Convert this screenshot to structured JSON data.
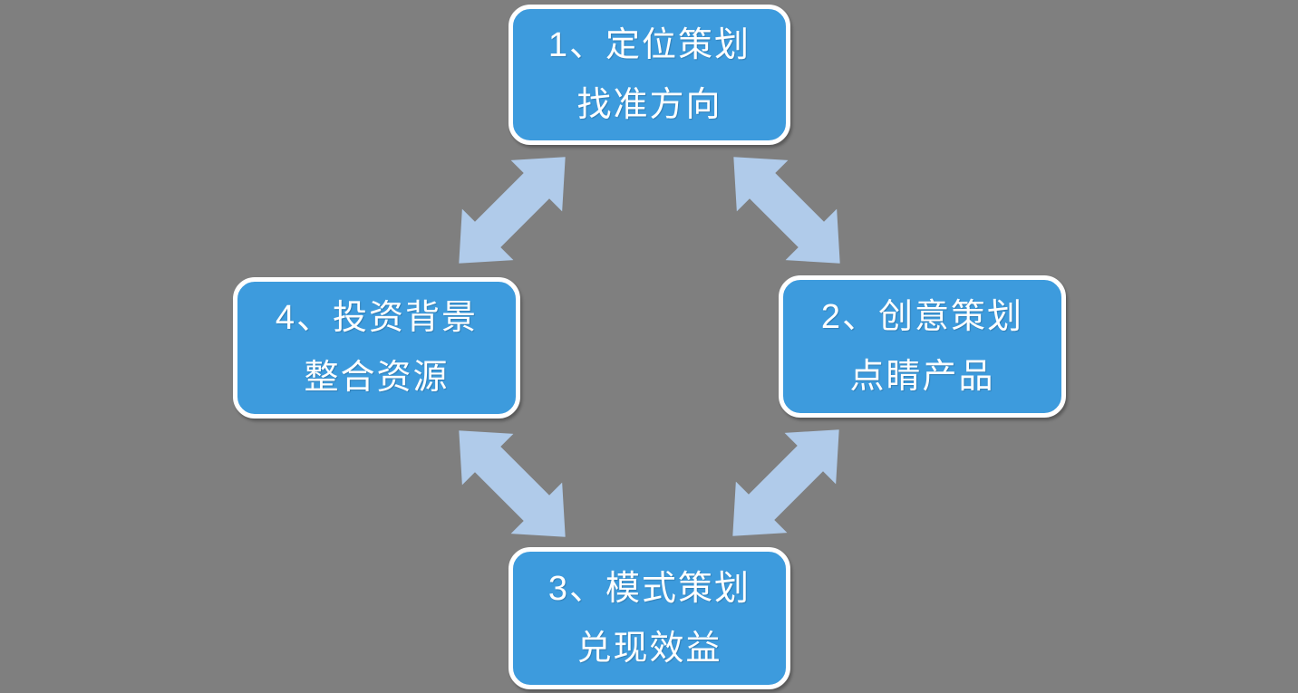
{
  "diagram": {
    "type": "cycle",
    "background_color": "#7F7F7F",
    "colors": {
      "node_fill": "#3D9BDD",
      "node_border": "#FFFFFF",
      "node_text": "#FFFFFF",
      "arrow_fill": "#B0CBEA"
    },
    "nodes": [
      {
        "id": "1",
        "position": "top",
        "line1": "1、定位策划",
        "line2": "找准方向"
      },
      {
        "id": "2",
        "position": "right",
        "line1": "2、创意策划",
        "line2": "点睛产品"
      },
      {
        "id": "3",
        "position": "bottom",
        "line1": "3、模式策划",
        "line2": "兑现效益"
      },
      {
        "id": "4",
        "position": "left",
        "line1": "4、投资背景",
        "line2": "整合资源"
      }
    ],
    "arrows": [
      {
        "name": "arrow-top-left",
        "connects": [
          "4",
          "1"
        ],
        "double_headed": true,
        "direction": "ne-sw"
      },
      {
        "name": "arrow-top-right",
        "connects": [
          "1",
          "2"
        ],
        "double_headed": true,
        "direction": "nw-se"
      },
      {
        "name": "arrow-bottom-left",
        "connects": [
          "4",
          "3"
        ],
        "double_headed": true,
        "direction": "nw-se"
      },
      {
        "name": "arrow-bottom-right",
        "connects": [
          "3",
          "2"
        ],
        "double_headed": true,
        "direction": "ne-sw"
      }
    ]
  }
}
